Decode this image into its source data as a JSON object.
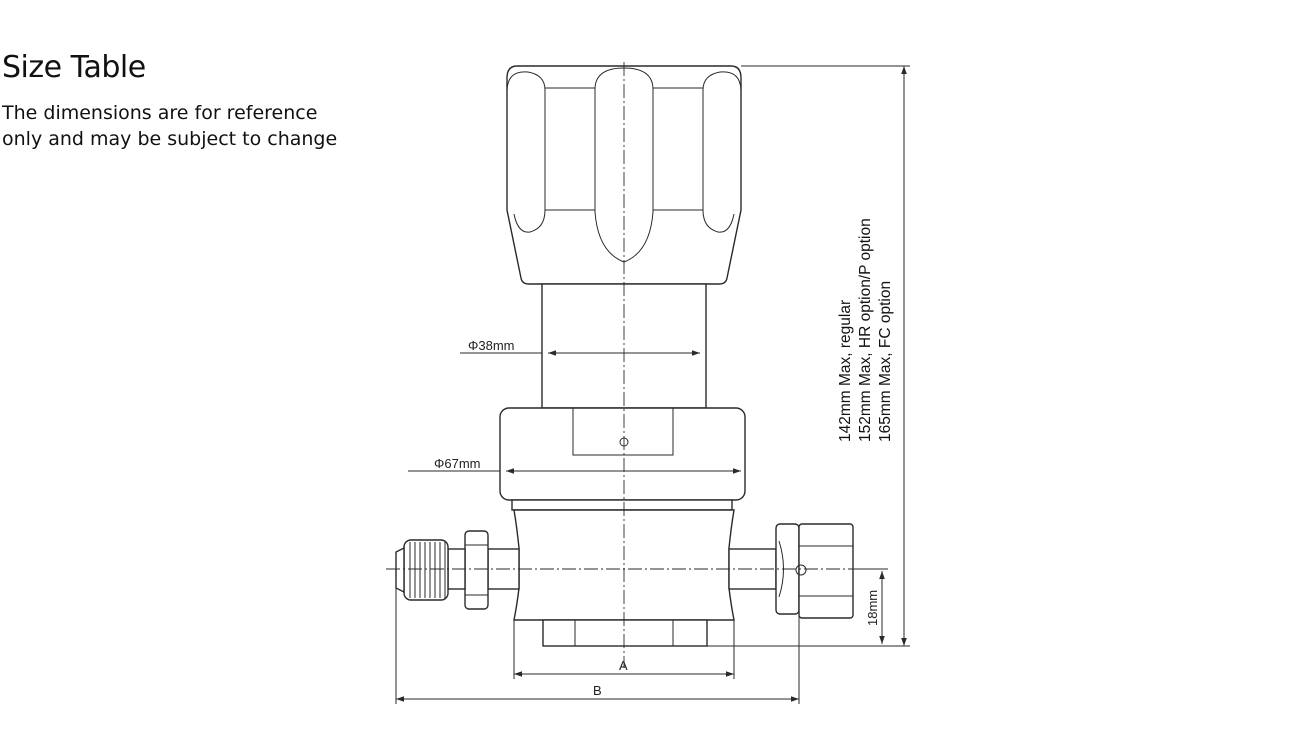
{
  "header": {
    "title": "Size Table",
    "note_line1": "The dimensions are for reference",
    "note_line2": "only and may be subject to change"
  },
  "dimensions": {
    "bonnet_diameter": "Φ38mm",
    "body_diameter": "Φ67mm",
    "height_regular": "142mm Max, regular",
    "height_hr_p": "152mm Max, HR option/P option",
    "height_fc": "165mm Max, FC option",
    "port_height": "18mm",
    "width_a": "A",
    "width_b": "B"
  },
  "colors": {
    "line": "#2a2a2a",
    "text": "#111111",
    "background": "#ffffff"
  }
}
